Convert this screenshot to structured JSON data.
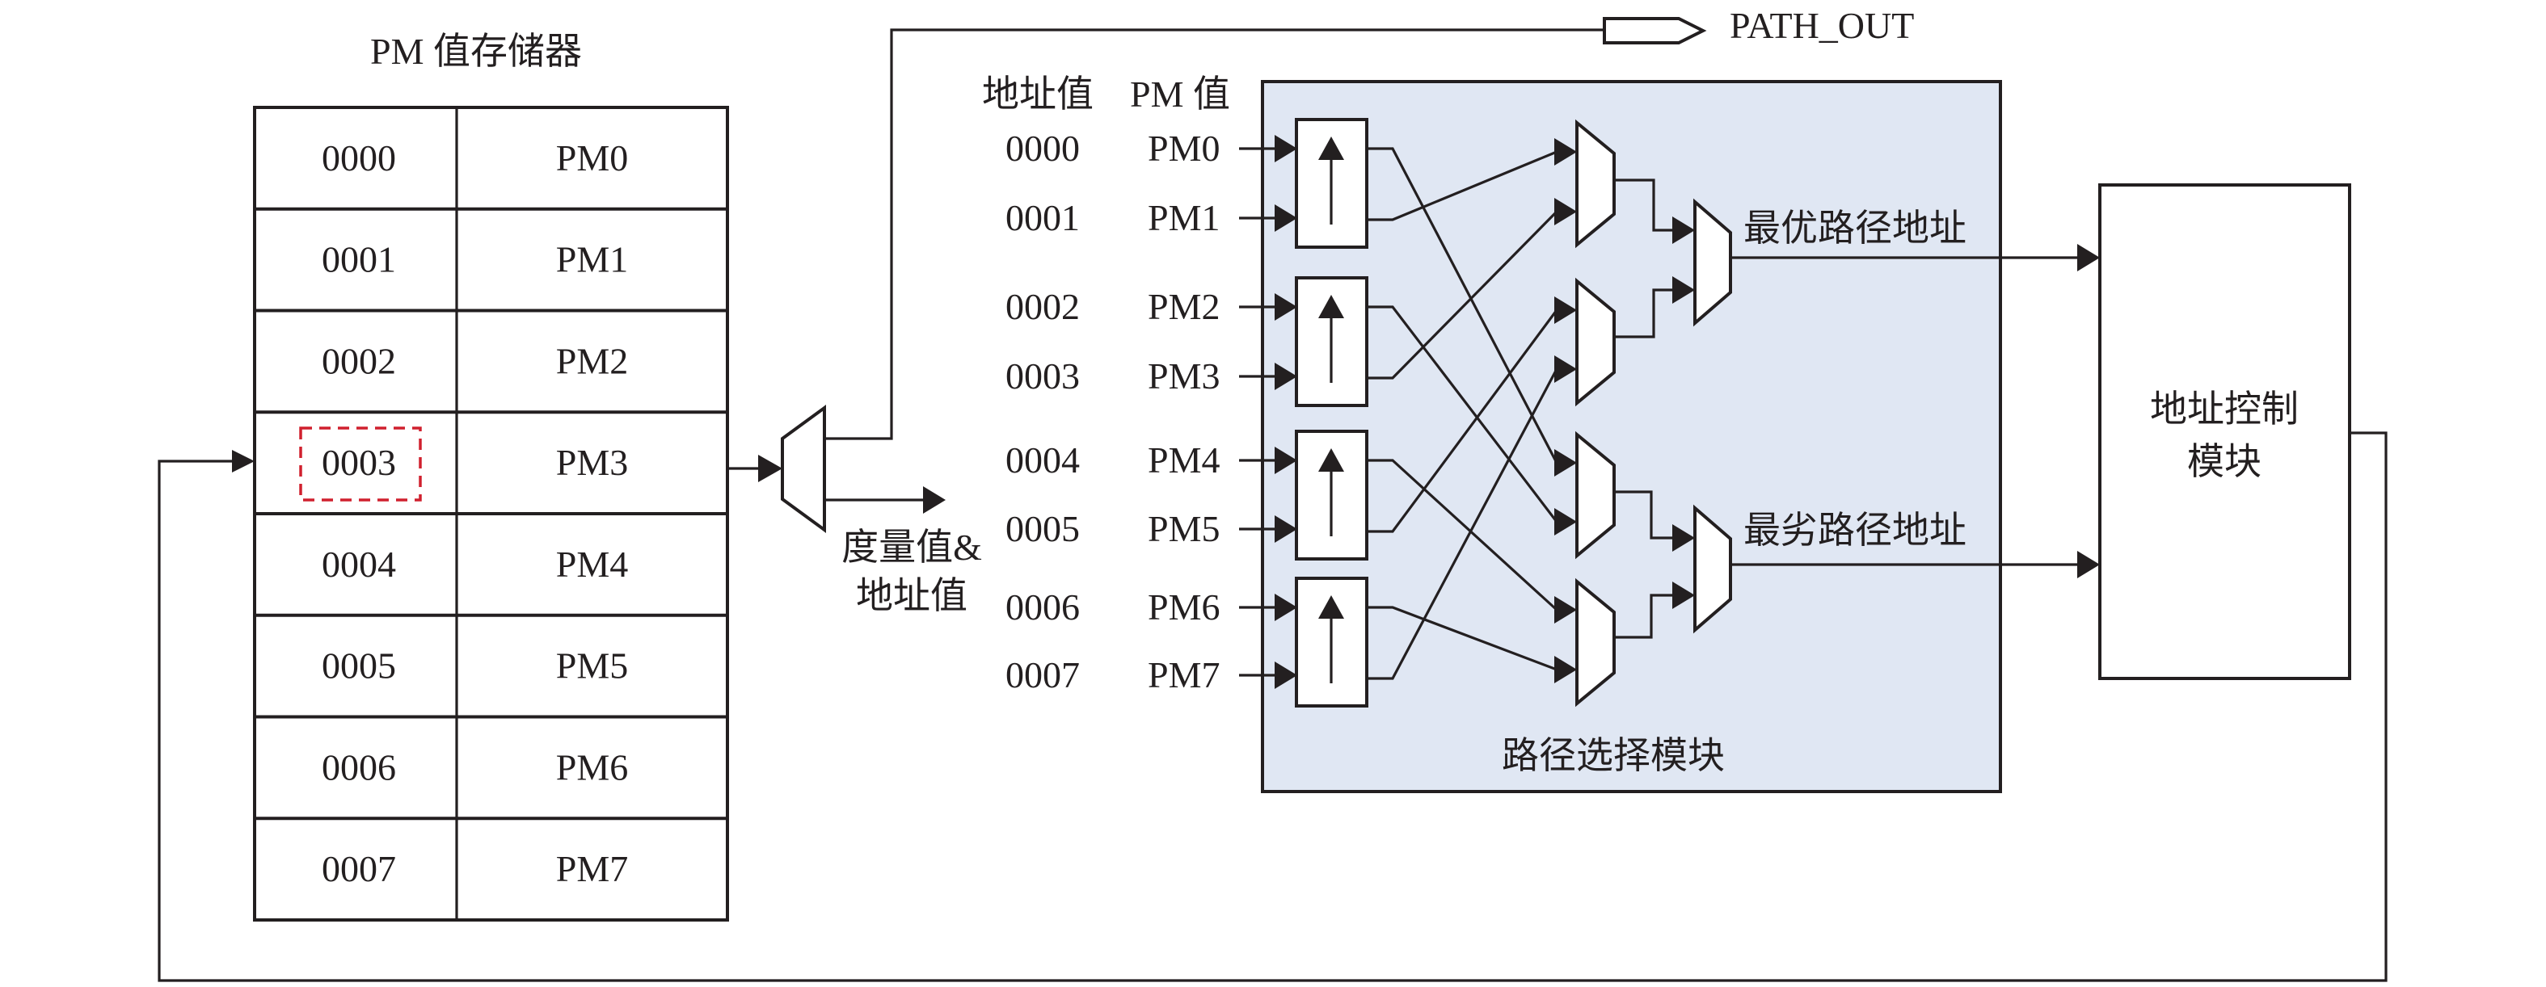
{
  "memory": {
    "title": "PM 值存储器",
    "rows": [
      {
        "address": "0000",
        "pm": "PM0"
      },
      {
        "address": "0001",
        "pm": "PM1"
      },
      {
        "address": "0002",
        "pm": "PM2"
      },
      {
        "address": "0003",
        "pm": "PM3"
      },
      {
        "address": "0004",
        "pm": "PM4"
      },
      {
        "address": "0005",
        "pm": "PM5"
      },
      {
        "address": "0006",
        "pm": "PM6"
      },
      {
        "address": "0007",
        "pm": "PM7"
      }
    ],
    "highlighted_address": "0003",
    "highlight_color": "#d0202e"
  },
  "output_mux": {
    "label_line1": "度量值&",
    "label_line2": "地址值"
  },
  "path_out": {
    "label": "PATH_OUT"
  },
  "path_select": {
    "title": "路径选择模块",
    "header_address": "地址值",
    "header_pm": "PM 值",
    "inputs": [
      {
        "address": "0000",
        "pm": "PM0"
      },
      {
        "address": "0001",
        "pm": "PM1"
      },
      {
        "address": "0002",
        "pm": "PM2"
      },
      {
        "address": "0003",
        "pm": "PM3"
      },
      {
        "address": "0004",
        "pm": "PM4"
      },
      {
        "address": "0005",
        "pm": "PM5"
      },
      {
        "address": "0006",
        "pm": "PM6"
      },
      {
        "address": "0007",
        "pm": "PM7"
      }
    ],
    "best_label": "最优路径地址",
    "worst_label": "最劣路径地址",
    "background": "#e0e7f3"
  },
  "address_control": {
    "line1": "地址控制",
    "line2": "模块"
  }
}
